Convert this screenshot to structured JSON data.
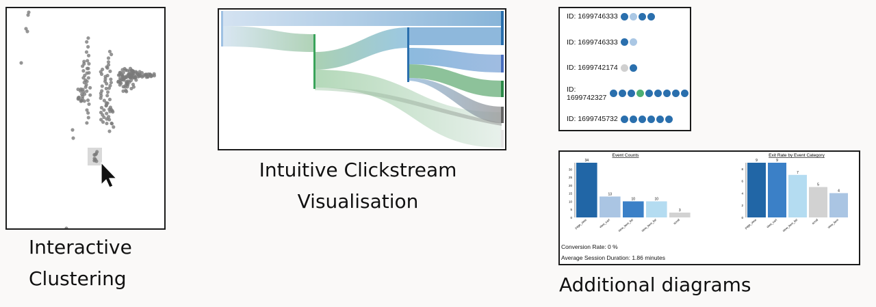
{
  "labels": {
    "clustering": [
      "Interactive",
      "Clustering"
    ],
    "clickstream": [
      "Intuitive Clickstream",
      "Visualisation"
    ],
    "additional": "Additional diagrams"
  },
  "sessions": {
    "rows": [
      {
        "id": "ID: 1699746333",
        "dots": [
          "#2a6fad",
          "#aac7e4",
          "#2a6fad",
          "#2a6fad"
        ]
      },
      {
        "id": "ID: 1699746333",
        "dots": [
          "#2a6fad",
          "#aac7e4"
        ]
      },
      {
        "id": "ID: 1699742174",
        "dots": [
          "#cfcfcf",
          "#2a6fad"
        ]
      },
      {
        "id": "ID: 1699742327",
        "dots": [
          "#2a6fad",
          "#2a6fad",
          "#2a6fad",
          "#4caf73",
          "#2a6fad",
          "#2a6fad",
          "#2a6fad",
          "#2a6fad",
          "#2a6fad"
        ]
      },
      {
        "id": "ID: 1699745732",
        "dots": [
          "#2a6fad",
          "#2a6fad",
          "#2a6fad",
          "#2a6fad",
          "#2a6fad",
          "#2a6fad"
        ]
      }
    ]
  },
  "stats": {
    "conversion_rate": "Conversion Rate: 0 %",
    "avg_session": "Average Session Duration: 1.86 minutes"
  },
  "chart_data": [
    {
      "type": "bar",
      "title": "Event Counts",
      "categories": [
        "page_view",
        "view_cart",
        "view_item_list",
        "view_item_list",
        "scroll"
      ],
      "values": [
        34,
        13,
        10,
        10,
        3
      ],
      "data_labels": [
        "34",
        "13",
        "10",
        "10",
        "3"
      ],
      "colors": [
        "#2166a6",
        "#aac5e3",
        "#3b80c7",
        "#b4dcf1",
        "#d2d2d2"
      ],
      "y_ticks": [
        "30",
        "25",
        "20",
        "15",
        "10",
        "5",
        "0"
      ],
      "ylim": [
        0,
        34
      ]
    },
    {
      "type": "bar",
      "title": "Exit Rate by Event Category",
      "categories": [
        "page_view",
        "view_cart",
        "view_item_list",
        "scroll",
        "view_item"
      ],
      "values": [
        9,
        9,
        7,
        5,
        4
      ],
      "data_labels": [
        "9",
        "9",
        "7",
        "5",
        "4"
      ],
      "colors": [
        "#2166a6",
        "#3b80c7",
        "#b4dcf1",
        "#d2d2d2",
        "#aac5e3"
      ],
      "y_ticks": [
        "8",
        "6",
        "4",
        "2",
        "0"
      ],
      "ylim": [
        0,
        9
      ]
    }
  ]
}
